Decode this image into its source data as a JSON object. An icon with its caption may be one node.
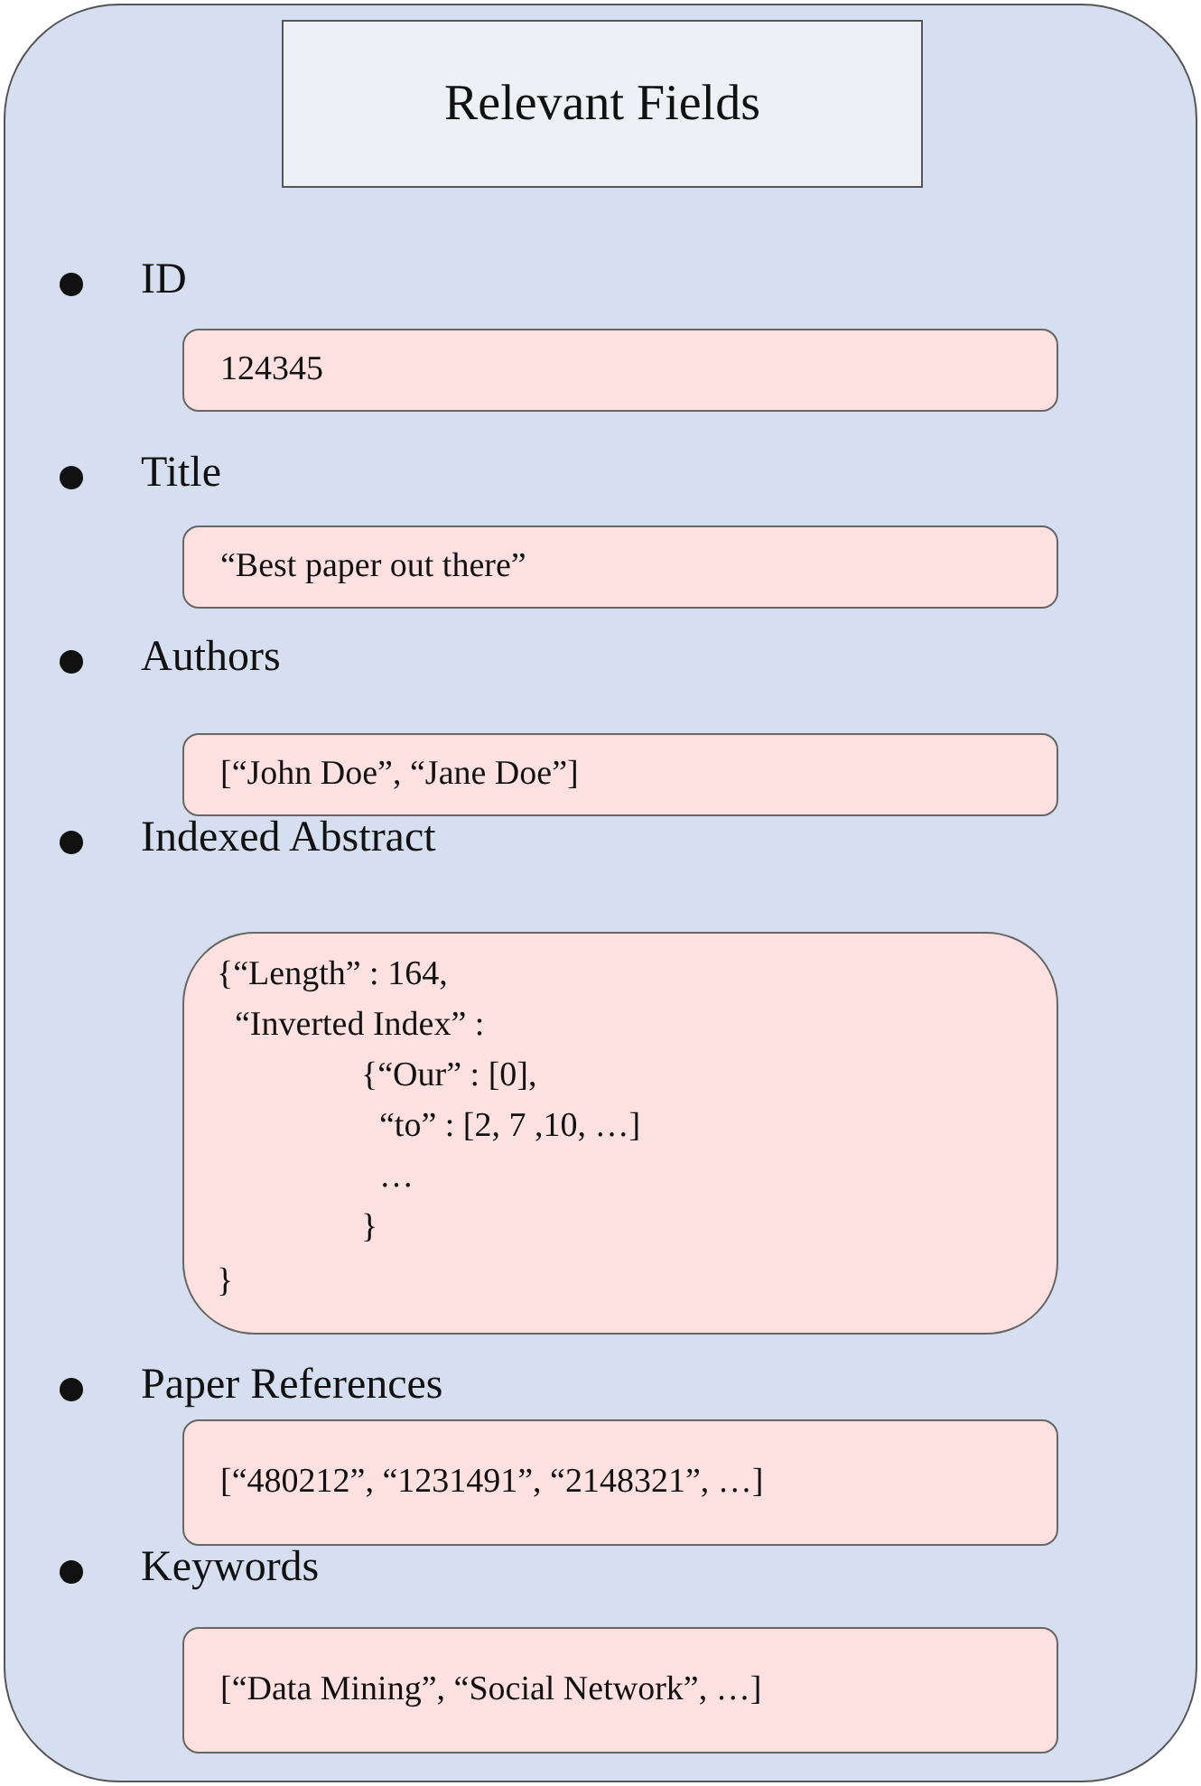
{
  "diagram": {
    "nodes": [
      {
        "text": [],
        "shape": "box"
      },
      {
        "text": [
          "Relevant Fields"
        ],
        "in": 0
      },
      {
        "text": [
          "ID",
          "124345"
        ],
        "in": 0
      },
      {
        "text": [
          "Title",
          "“Best paper out there”"
        ],
        "in": 0
      },
      {
        "text": [
          "Authors",
          "[“John Doe”, “Jane Doe”]"
        ],
        "in": 0
      },
      {
        "text": [
          "Indexed Abstract",
          "{“Length” : 164,",
          "“Inverted Index” :",
          "{“Our” : [0],",
          "“to” : [2, 7 ,10, …]",
          "…",
          "}",
          "}"
        ],
        "in": 0
      },
      {
        "text": [
          "Paper References",
          "[“480212”, “1231491”, “2148321”, …]"
        ],
        "in": 0
      },
      {
        "text": [
          "Keywords",
          "[“Data Mining”, “Social Network”, …]"
        ],
        "in": 0
      }
    ]
  }
}
